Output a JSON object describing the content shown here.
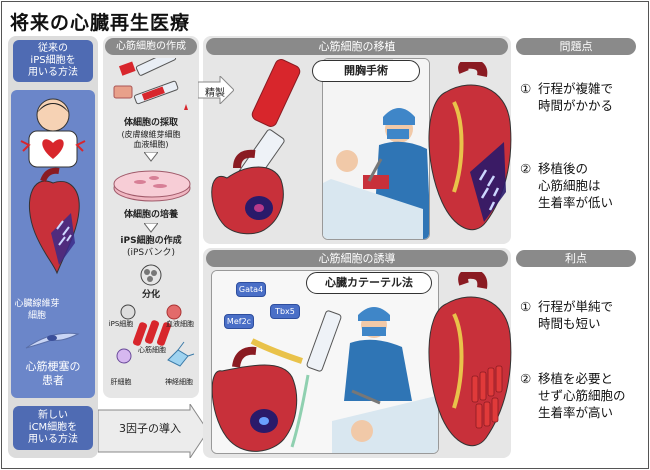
{
  "title": "将来の心臓再生医療",
  "left": {
    "top_label": "従来の\niPS細胞を\n用いる方法",
    "fibroblast_label": "心臓線維芽\n細胞",
    "patient_label": "心筋梗塞の\n患者",
    "bottom_label": "新しい\niCM細胞を\n用いる方法"
  },
  "creation": {
    "header": "心筋細胞の作成",
    "refine": "精製",
    "collect": "体細胞の採取",
    "collect_sub": "(皮膚線維芽細胞\n血液細胞)",
    "culture": "体細胞の培養",
    "ips_make": "iPS細胞の作成",
    "ips_bank": "(iPSバンク)",
    "diff": "分化",
    "ips_cell": "iPS細胞",
    "blood_cell": "血液細胞",
    "cardio_cell": "心筋細胞",
    "liver_cell": "肝細胞",
    "nerve_cell": "神経細胞",
    "three_factor": "3因子の導入"
  },
  "transplant": {
    "header": "心筋細胞の移植",
    "method": "開胸手術"
  },
  "induction": {
    "header": "心筋細胞の誘導",
    "method": "心臓カテーテル法",
    "genes": [
      "Gata4",
      "Mef2c",
      "Tbx5"
    ]
  },
  "problems": {
    "header": "問題点",
    "p1_num": "①",
    "p1": "行程が複雑で\n時間がかかる",
    "p2_num": "②",
    "p2": "移植後の\n心筋細胞は\n生着率が低い"
  },
  "benefits": {
    "header": "利点",
    "b1_num": "①",
    "b1": "行程が単純で\n時間も短い",
    "b2_num": "②",
    "b2": "移植を必要と\nせず心筋細胞の\n生着率が高い"
  },
  "colors": {
    "header_gray": "#8a8a8a",
    "panel_gray": "#e6e6e6",
    "left_blue": "#4f6bb3",
    "gene_blue": "#4a6fc7",
    "heart_red": "#d8262c"
  }
}
